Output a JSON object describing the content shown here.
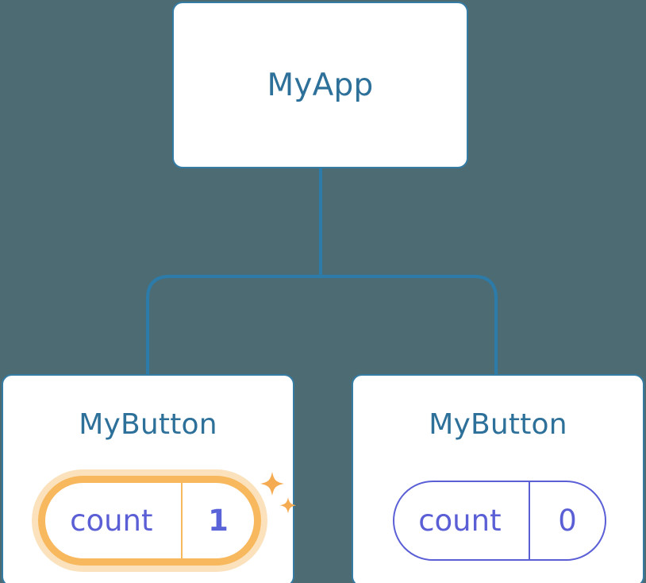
{
  "theme": {
    "background": "#4c6b73",
    "node_border": "#357ca5",
    "node_fill": "#ffffff",
    "title_color": "#2d7099",
    "connector_color": "#2d7ba8",
    "state_color": "#5b5fd6",
    "highlight_ring": "#f7b85e",
    "highlight_halo": "#fbe2bd",
    "sparkle_color": "#f5ab52"
  },
  "tree": {
    "root": {
      "title": "MyApp"
    },
    "children": [
      {
        "title": "MyButton",
        "state": {
          "key": "count",
          "value": "1"
        },
        "highlighted": true,
        "sparkles": [
          {
            "name": "sparkle-large"
          },
          {
            "name": "sparkle-small"
          }
        ]
      },
      {
        "title": "MyButton",
        "state": {
          "key": "count",
          "value": "0"
        },
        "highlighted": false,
        "sparkles": []
      }
    ]
  }
}
